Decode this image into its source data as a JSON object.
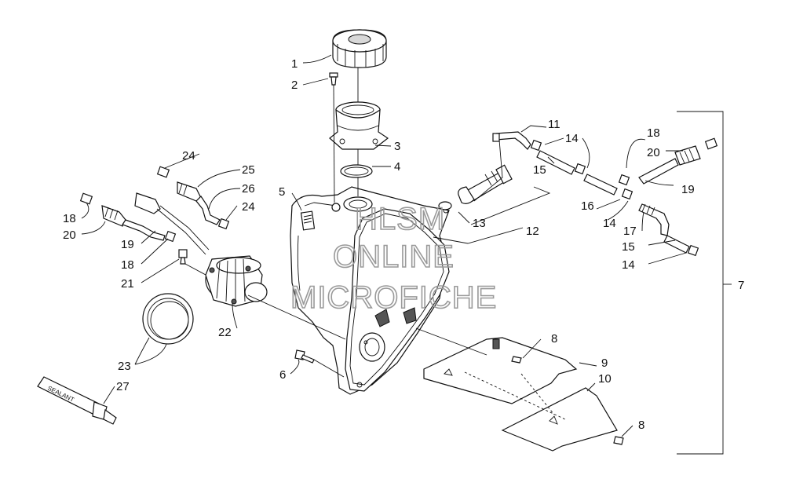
{
  "watermark": {
    "line1": "HLSM",
    "line2": "ONLINE",
    "line3": "MICROFICHE"
  },
  "sealant_text": "SEALANT",
  "callouts": [
    {
      "id": "c1",
      "text": "1"
    },
    {
      "id": "c2",
      "text": "2"
    },
    {
      "id": "c3",
      "text": "3"
    },
    {
      "id": "c4",
      "text": "4"
    },
    {
      "id": "c5",
      "text": "5"
    },
    {
      "id": "c6",
      "text": "6"
    },
    {
      "id": "c7",
      "text": "7"
    },
    {
      "id": "c8a",
      "text": "8"
    },
    {
      "id": "c8b",
      "text": "8"
    },
    {
      "id": "c9",
      "text": "9"
    },
    {
      "id": "c10",
      "text": "10"
    },
    {
      "id": "c11",
      "text": "11"
    },
    {
      "id": "c12",
      "text": "12"
    },
    {
      "id": "c13",
      "text": "13"
    },
    {
      "id": "c14a",
      "text": "14"
    },
    {
      "id": "c14b",
      "text": "14"
    },
    {
      "id": "c14c",
      "text": "14"
    },
    {
      "id": "c15a",
      "text": "15"
    },
    {
      "id": "c15b",
      "text": "15"
    },
    {
      "id": "c16",
      "text": "16"
    },
    {
      "id": "c17",
      "text": "17"
    },
    {
      "id": "c18a",
      "text": "18"
    },
    {
      "id": "c18b",
      "text": "18"
    },
    {
      "id": "c18c",
      "text": "18"
    },
    {
      "id": "c19a",
      "text": "19"
    },
    {
      "id": "c19b",
      "text": "19"
    },
    {
      "id": "c20a",
      "text": "20"
    },
    {
      "id": "c20b",
      "text": "20"
    },
    {
      "id": "c21",
      "text": "21"
    },
    {
      "id": "c22",
      "text": "22"
    },
    {
      "id": "c23",
      "text": "23"
    },
    {
      "id": "c24a",
      "text": "24"
    },
    {
      "id": "c24b",
      "text": "24"
    },
    {
      "id": "c25",
      "text": "25"
    },
    {
      "id": "c26",
      "text": "26"
    },
    {
      "id": "c27",
      "text": "27"
    }
  ]
}
